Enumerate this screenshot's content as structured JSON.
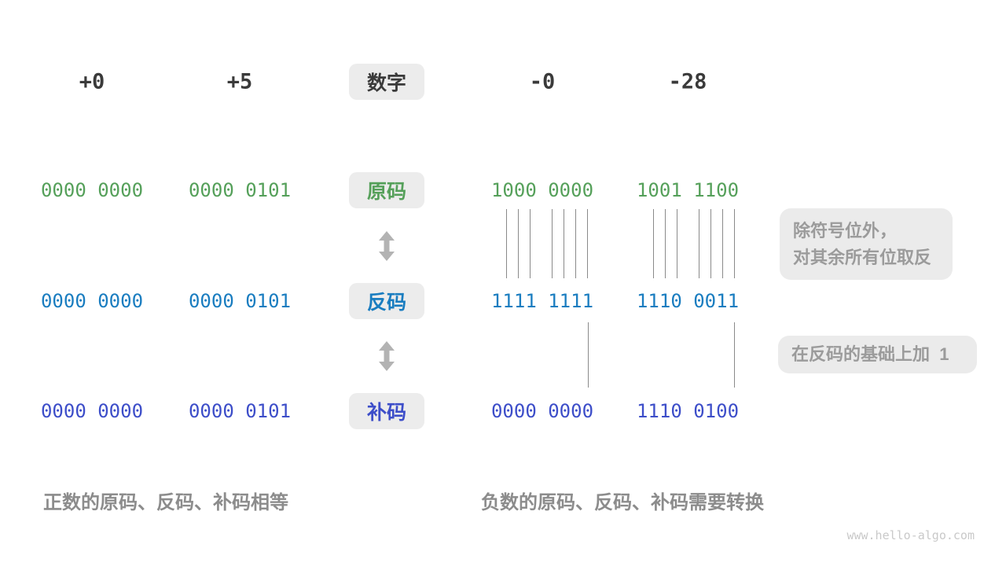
{
  "colors": {
    "number_dark": "#3a3a3a",
    "sign_magnitude_green": "#55a05a",
    "ones_complement_blue": "#1a7dc0",
    "twos_complement_indigo": "#3d4ec9",
    "badge_bg": "#ececec",
    "annotation_bg": "#ebebeb",
    "annotation_text": "#9b9b9b",
    "caption_text": "#8c8c8c",
    "line_gray": "#8a8a8a",
    "arrow_gray": "#b3b3b3",
    "watermark_gray": "#c9c9c9"
  },
  "header": {
    "badge": "数字",
    "values": [
      "+0",
      "+5",
      "-0",
      "-28"
    ]
  },
  "rows": [
    {
      "badge": "原码",
      "values": [
        "0000 0000",
        "0000 0101",
        "1000 0000",
        "1001 1100"
      ]
    },
    {
      "badge": "反码",
      "values": [
        "0000 0000",
        "0000 0101",
        "1111 1111",
        "1110 0011"
      ]
    },
    {
      "badge": "补码",
      "values": [
        "0000 0000",
        "0000 0101",
        "0000 0000",
        "1110 0100"
      ]
    }
  ],
  "annotations": [
    {
      "lines": [
        "除符号位外，",
        "对其余所有位取反"
      ]
    },
    {
      "lines": [
        "在反码的基础上加  1"
      ]
    }
  ],
  "captions": [
    "正数的原码、反码、补码相等",
    "负数的原码、反码、补码需要转换"
  ],
  "watermark": "www.hello-algo.com"
}
